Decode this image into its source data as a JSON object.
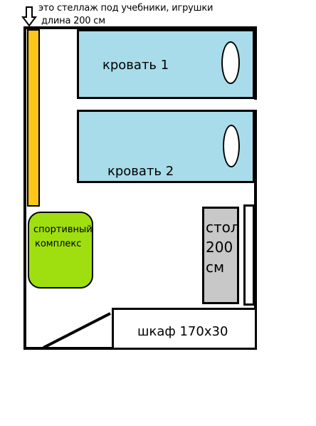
{
  "annotation": {
    "line1": "это стеллаж под учебники, игрушки",
    "line2": "длина 200 см"
  },
  "furniture": {
    "bed1": "кровать 1",
    "bed2": "кровать 2",
    "sport_line1": "спортивный",
    "sport_line2": "комплекс",
    "desk_line1": "стол",
    "desk_line2": "200",
    "desk_line3": "см",
    "wardrobe": "шкаф 170х30"
  },
  "colors": {
    "bed": "#a8dcea",
    "shelf": "#ffc61a",
    "sport_complex": "#9fdf10",
    "desk": "#c8c8c8"
  }
}
